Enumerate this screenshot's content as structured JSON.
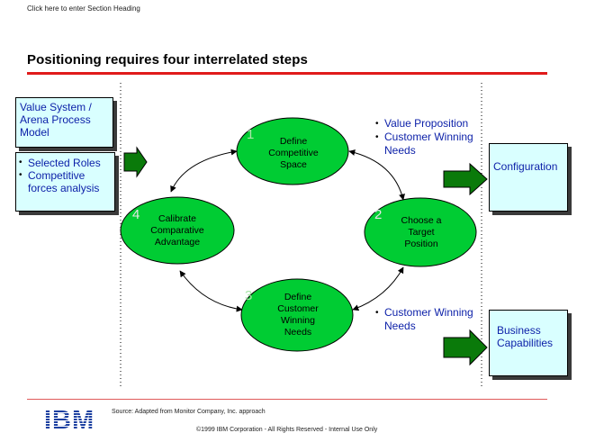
{
  "header": {
    "section_heading": "Click here to enter Section Heading",
    "title": "Positioning requires four interrelated steps"
  },
  "left_boxes": {
    "value_system": "Value System / Arena Process Model",
    "roles": [
      "Selected Roles",
      "Competitive forces analysis"
    ]
  },
  "steps": [
    {
      "number": "1",
      "label_lines": [
        "Define",
        "Competitive",
        "Space"
      ]
    },
    {
      "number": "2",
      "label_lines": [
        "Choose a",
        "Target",
        "Position"
      ]
    },
    {
      "number": "3",
      "label_lines": [
        "Define",
        "Customer",
        "Winning",
        "Needs"
      ]
    },
    {
      "number": "4",
      "label_lines": [
        "Calibrate",
        "Comparative",
        "Advantage"
      ]
    }
  ],
  "annotations": {
    "top": [
      "Value Proposition",
      "Customer Winning Needs"
    ],
    "bottom": [
      "Customer Winning Needs"
    ]
  },
  "outputs": {
    "configuration": "Configuration",
    "business_capabilities": "Business Capabilities"
  },
  "footer": {
    "logo": "IBM",
    "source": "Source: Adapted from Monitor Company, Inc. approach",
    "copyright": "©1999 IBM Corporation - All Rights Reserved - Internal Use Only"
  },
  "colors": {
    "ellipse_fill": "#00cc33",
    "arrow_fill": "#0a7a0a",
    "box_fill": "#d9ffff",
    "text_blue": "#0b1fa8",
    "accent_red": "#e01b1b",
    "logo_blue": "#1b3fa0"
  }
}
